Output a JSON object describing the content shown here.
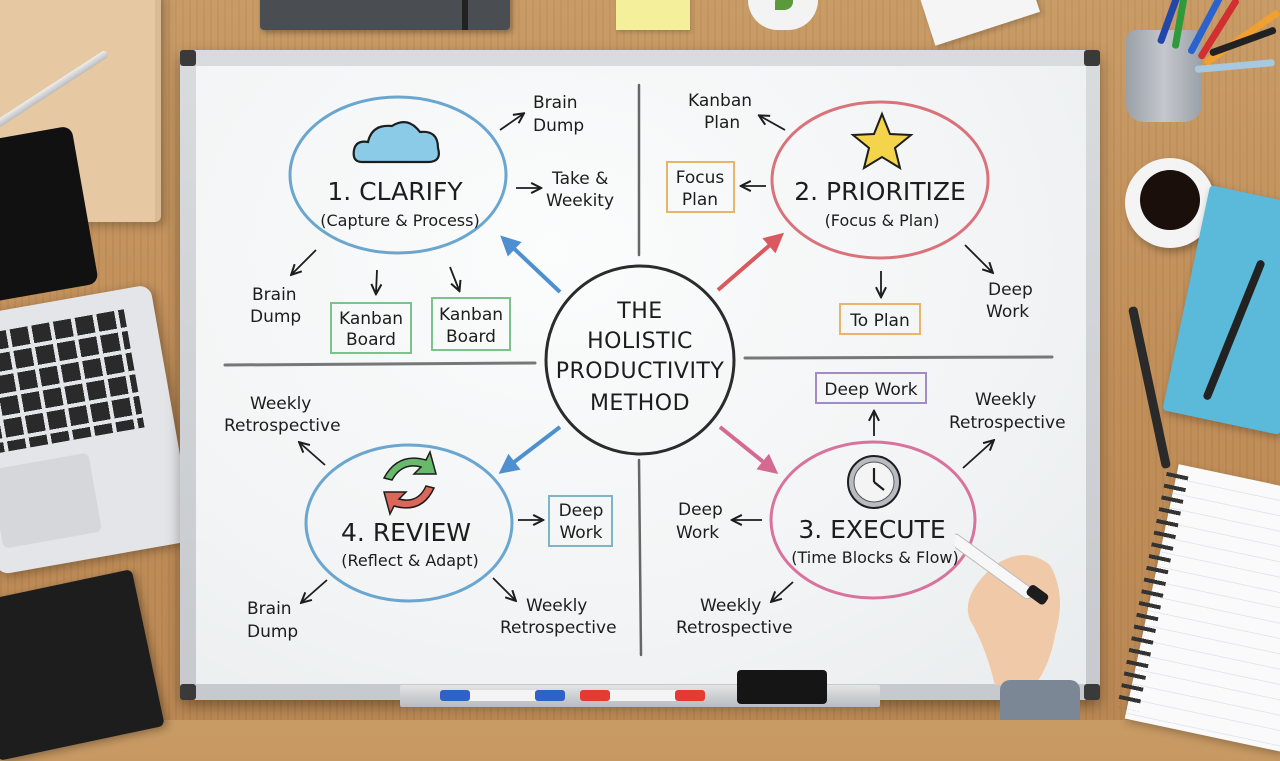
{
  "center": {
    "lines": [
      "THE",
      "HOLISTIC",
      "PRODUCTIVITY",
      "METHOD"
    ],
    "stroke_color": "#2b2b2b"
  },
  "colors": {
    "clarify": "#6aa6cf",
    "prioritize": "#d9727a",
    "execute": "#d8739e",
    "review": "#6aa6cf",
    "box_green": "#7cc28c",
    "box_orange": "#e8b46a",
    "box_purple": "#a58bc4",
    "box_teal": "#7fb4c6",
    "ink": "#1d1d1d"
  },
  "nodes": {
    "clarify": {
      "title": "1. CLARIFY",
      "subtitle": "(Capture & Process)",
      "icon": "cloud-icon",
      "branches": [
        {
          "text_lines": [
            "Brain",
            "Dump"
          ],
          "boxed": false
        },
        {
          "text_lines": [
            "Take &",
            "Weekity"
          ],
          "boxed": false
        },
        {
          "text_lines": [
            "Brain",
            "Dump"
          ],
          "boxed": false
        },
        {
          "text_lines": [
            "Kanban",
            "Board"
          ],
          "boxed": true
        },
        {
          "text_lines": [
            "Kanban",
            "Board"
          ],
          "boxed": true
        }
      ]
    },
    "prioritize": {
      "title": "2. PRIORITIZE",
      "subtitle": "(Focus & Plan)",
      "icon": "star-icon",
      "branches": [
        {
          "text_lines": [
            "Kanban",
            "Plan"
          ],
          "boxed": false
        },
        {
          "text_lines": [
            "Focus",
            "Plan"
          ],
          "boxed": true
        },
        {
          "text_lines": [
            "To Plan"
          ],
          "boxed": true
        },
        {
          "text_lines": [
            "Deep",
            "Work"
          ],
          "boxed": false
        }
      ]
    },
    "execute": {
      "title": "3. EXECUTE",
      "subtitle": "(Time Blocks & Flow)",
      "icon": "clock-icon",
      "branches": [
        {
          "text_lines": [
            "Deep Work"
          ],
          "boxed": true
        },
        {
          "text_lines": [
            "Weekly",
            "Retrospective"
          ],
          "boxed": false
        },
        {
          "text_lines": [
            "Deep",
            "Work"
          ],
          "boxed": false
        },
        {
          "text_lines": [
            "Weekly",
            "Retrospective"
          ],
          "boxed": false
        }
      ]
    },
    "review": {
      "title": "4. REVIEW",
      "subtitle": "(Reflect & Adapt)",
      "icon": "cycle-arrows-icon",
      "branches": [
        {
          "text_lines": [
            "Weekly",
            "Retrospective"
          ],
          "boxed": false
        },
        {
          "text_lines": [
            "Deep",
            "Work"
          ],
          "boxed": true
        },
        {
          "text_lines": [
            "Brain",
            "Dump"
          ],
          "boxed": false
        },
        {
          "text_lines": [
            "Weekly",
            "Retrospective"
          ],
          "boxed": false
        }
      ]
    }
  },
  "tray": {
    "markers": [
      {
        "color": "#2f62c9"
      },
      {
        "color": "#e33b33"
      }
    ]
  }
}
